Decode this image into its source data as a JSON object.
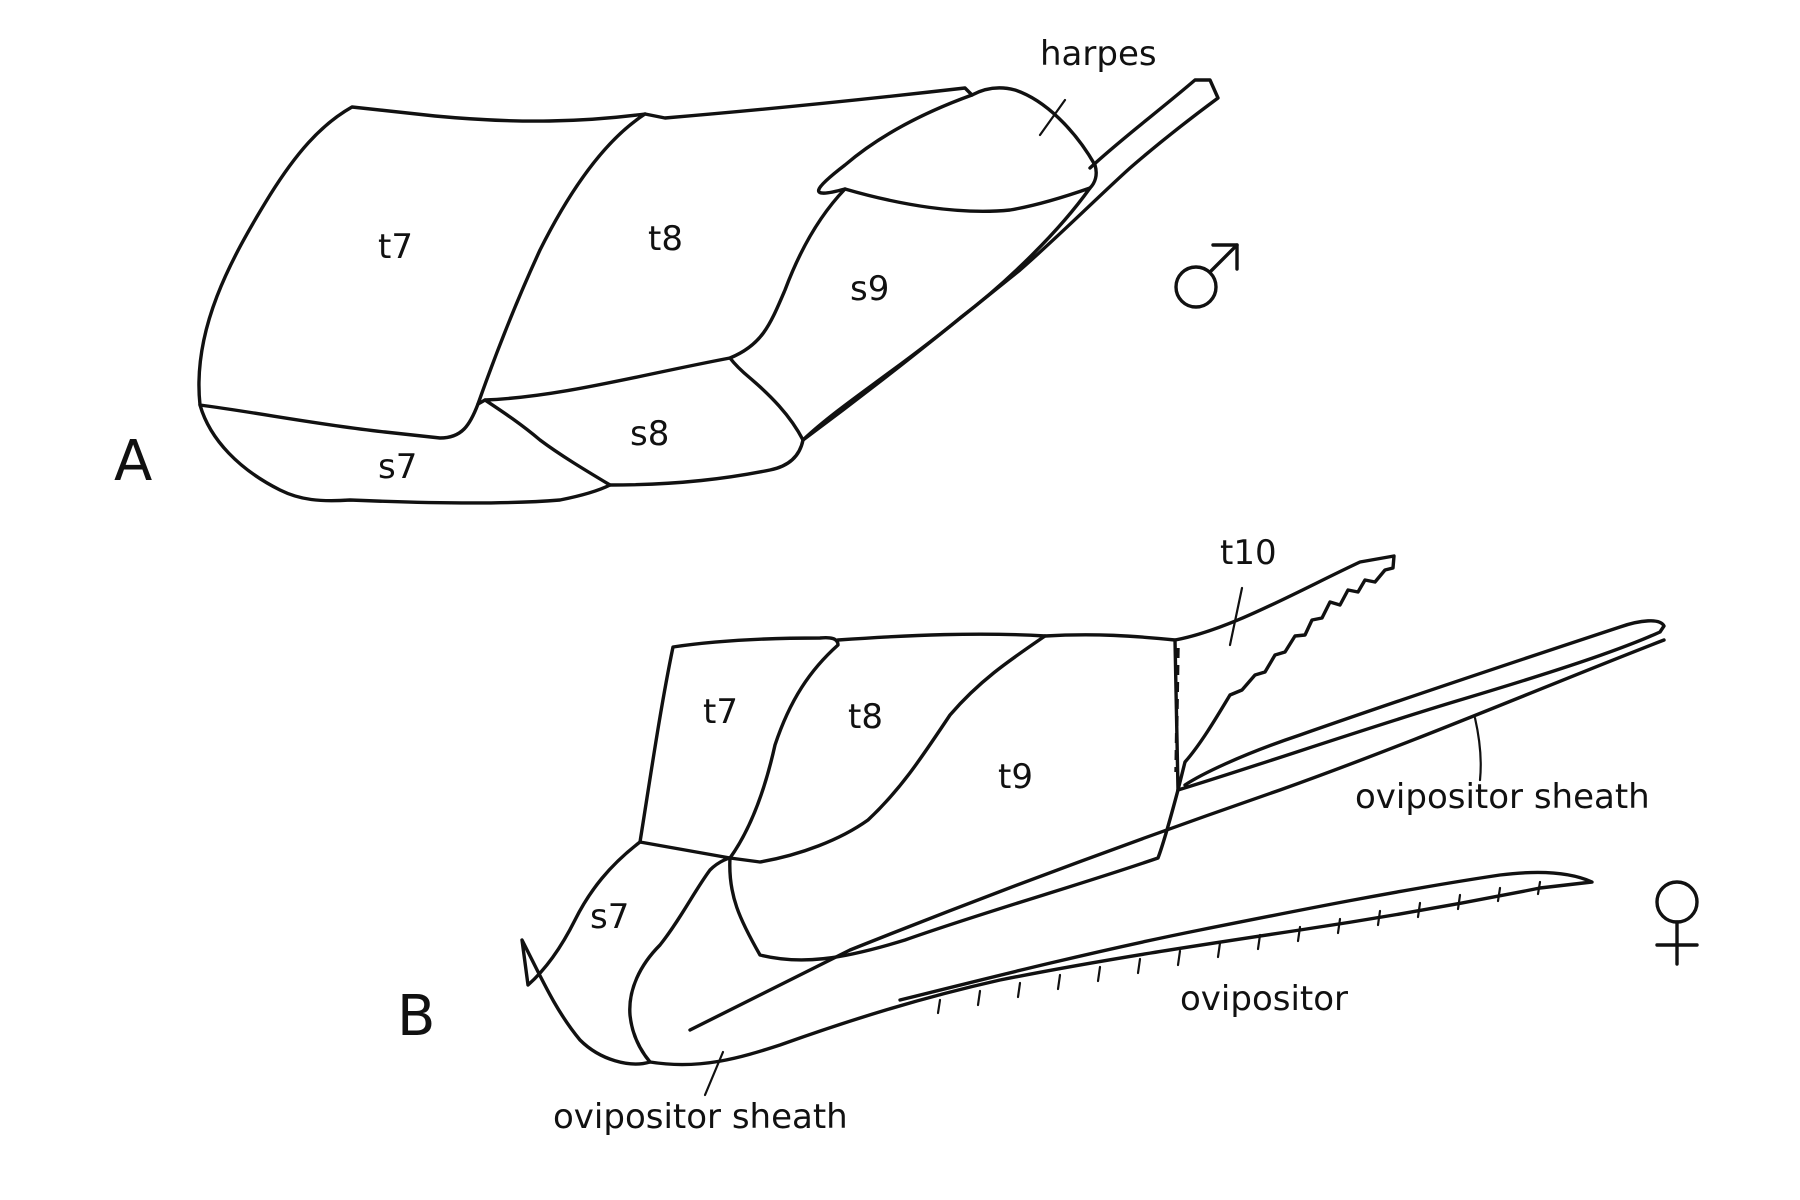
{
  "panel_a": {
    "letter": "A",
    "sex_symbol": "♂",
    "labels": {
      "t7": "t7",
      "t8": "t8",
      "s9": "s9",
      "s7": "s7",
      "s8": "s8",
      "harpes": "harpes"
    }
  },
  "panel_b": {
    "letter": "B",
    "sex_symbol": "♀",
    "labels": {
      "t7": "t7",
      "t8": "t8",
      "t9": "t9",
      "t10": "t10",
      "s7": "s7",
      "ovipositor_sheath_upper": "ovipositor sheath",
      "ovipositor_sheath_lower": "ovipositor sheath",
      "ovipositor": "ovipositor"
    }
  },
  "colors": {
    "stroke": "#111111",
    "background": "#ffffff"
  }
}
